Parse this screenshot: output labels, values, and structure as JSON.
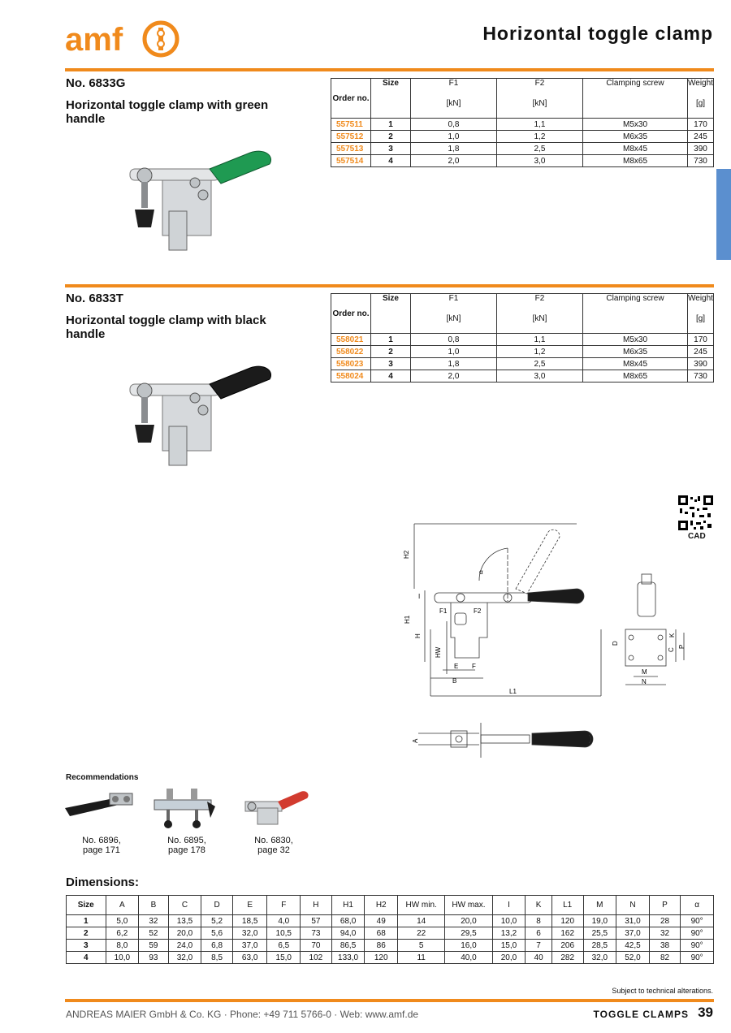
{
  "header": {
    "logo_text": "amf",
    "title": "Horizontal toggle clamp"
  },
  "colors": {
    "accent": "#f08a1c",
    "side_tab": "#5b8fcf",
    "handle_green": "#1f9a52",
    "handle_black": "#1b1b1b",
    "handle_red": "#d23b2f"
  },
  "products": [
    {
      "number": "No. 6833G",
      "description": "Horizontal toggle clamp with green handle",
      "table": {
        "headers": [
          "Order no.",
          "Size",
          "F1",
          "F2",
          "Clamping screw",
          "Weight"
        ],
        "units": [
          "",
          "",
          "[kN]",
          "[kN]",
          "",
          "[g]"
        ],
        "rows": [
          [
            "557511",
            "1",
            "0,8",
            "1,1",
            "M5x30",
            "170"
          ],
          [
            "557512",
            "2",
            "1,0",
            "1,2",
            "M6x35",
            "245"
          ],
          [
            "557513",
            "3",
            "1,8",
            "2,5",
            "M8x45",
            "390"
          ],
          [
            "557514",
            "4",
            "2,0",
            "3,0",
            "M8x65",
            "730"
          ]
        ]
      }
    },
    {
      "number": "No. 6833T",
      "description": "Horizontal toggle clamp with black handle",
      "table": {
        "headers": [
          "Order no.",
          "Size",
          "F1",
          "F2",
          "Clamping screw",
          "Weight"
        ],
        "units": [
          "",
          "",
          "[kN]",
          "[kN]",
          "",
          "[g]"
        ],
        "rows": [
          [
            "558021",
            "1",
            "0,8",
            "1,1",
            "M5x30",
            "170"
          ],
          [
            "558022",
            "2",
            "1,0",
            "1,2",
            "M6x35",
            "245"
          ],
          [
            "558023",
            "3",
            "1,8",
            "2,5",
            "M8x45",
            "390"
          ],
          [
            "558024",
            "4",
            "2,0",
            "3,0",
            "M8x65",
            "730"
          ]
        ]
      }
    }
  ],
  "drawing_labels": {
    "main": [
      "H2",
      "H1",
      "H",
      "HW",
      "I",
      "F1",
      "F2",
      "α",
      "E",
      "F",
      "B",
      "L1"
    ],
    "side": [
      "D",
      "C",
      "K",
      "P",
      "M",
      "N"
    ],
    "top": [
      "A"
    ]
  },
  "cad_label": "CAD",
  "recommendations": {
    "title": "Recommendations",
    "items": [
      {
        "label": "No. 6896,",
        "page": "page 171"
      },
      {
        "label": "No. 6895,",
        "page": "page 178"
      },
      {
        "label": "No. 6830,",
        "page": "page 32"
      }
    ]
  },
  "dimensions": {
    "title": "Dimensions:",
    "headers": [
      "Size",
      "A",
      "B",
      "C",
      "D",
      "E",
      "F",
      "H",
      "H1",
      "H2",
      "HW min.",
      "HW max.",
      "I",
      "K",
      "L1",
      "M",
      "N",
      "P",
      "α"
    ],
    "rows": [
      [
        "1",
        "5,0",
        "32",
        "13,5",
        "5,2",
        "18,5",
        "4,0",
        "57",
        "68,0",
        "49",
        "14",
        "20,0",
        "10,0",
        "8",
        "120",
        "19,0",
        "31,0",
        "28",
        "90°"
      ],
      [
        "2",
        "6,2",
        "52",
        "20,0",
        "5,6",
        "32,0",
        "10,5",
        "73",
        "94,0",
        "68",
        "22",
        "29,5",
        "13,2",
        "6",
        "162",
        "25,5",
        "37,0",
        "32",
        "90°"
      ],
      [
        "3",
        "8,0",
        "59",
        "24,0",
        "6,8",
        "37,0",
        "6,5",
        "70",
        "86,5",
        "86",
        "5",
        "16,0",
        "15,0",
        "7",
        "206",
        "28,5",
        "42,5",
        "38",
        "90°"
      ],
      [
        "4",
        "10,0",
        "93",
        "32,0",
        "8,5",
        "63,0",
        "15,0",
        "102",
        "133,0",
        "120",
        "11",
        "40,0",
        "20,0",
        "40",
        "282",
        "32,0",
        "52,0",
        "82",
        "90°"
      ]
    ]
  },
  "footer": {
    "note": "Subject to technical alterations.",
    "company": "ANDREAS MAIER GmbH & Co. KG · Phone: +49 711 5766-0 · Web: www.amf.de",
    "section": "TOGGLE CLAMPS",
    "page": "39"
  }
}
